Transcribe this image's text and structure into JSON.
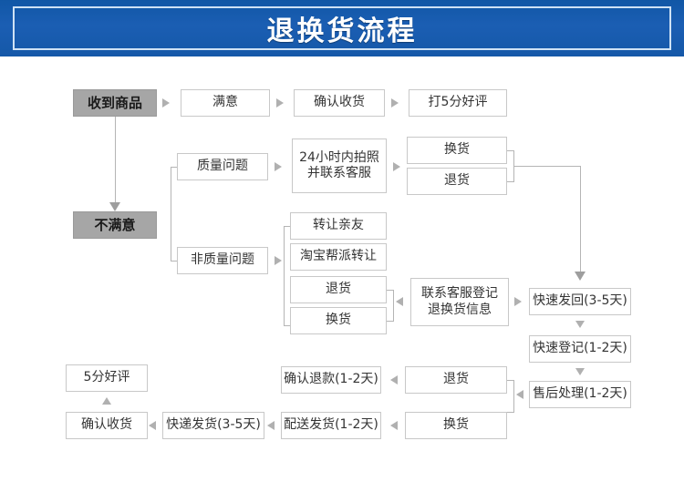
{
  "header": {
    "title": "退换货流程",
    "banner_color": "#1558a8",
    "banner_border_color": "#cfe2f5",
    "title_color": "#ffffff"
  },
  "palette": {
    "box_fill": "#ffffff",
    "box_border": "#c8c8c8",
    "highlight_fill": "#a6a6a6",
    "connector": "#b5b5b5",
    "text": "#333333"
  },
  "nodes": {
    "received_goods": "收到商品",
    "satisfied": "满意",
    "confirm_receipt_top": "确认收货",
    "give_5_star": "打5分好评",
    "not_satisfied": "不满意",
    "quality_issue": "质量问题",
    "non_quality_issue": "非质量问题",
    "photo_within_24h": "24小时内拍照\n并联系客服",
    "exchange_top": "换货",
    "return_top": "退货",
    "transfer_to_friend": "转让亲友",
    "taobao_group_transfer": "淘宝帮派转让",
    "return_mid": "退货",
    "exchange_mid": "换货",
    "contact_service_register": "联系客服登记\n退换货信息",
    "fast_send_back": "快速发回(3-5天)",
    "fast_register": "快速登记(1-2天)",
    "after_sales_process": "售后处理(1-2天)",
    "return_bottom": "退货",
    "exchange_bottom": "换货",
    "confirm_refund": "确认退款(1-2天)",
    "delivery_ship": "配送发货(1-2天)",
    "express_ship": "快递发货(3-5天)",
    "confirm_receipt_bottom": "确认收货",
    "five_star_review": "5分好评"
  }
}
